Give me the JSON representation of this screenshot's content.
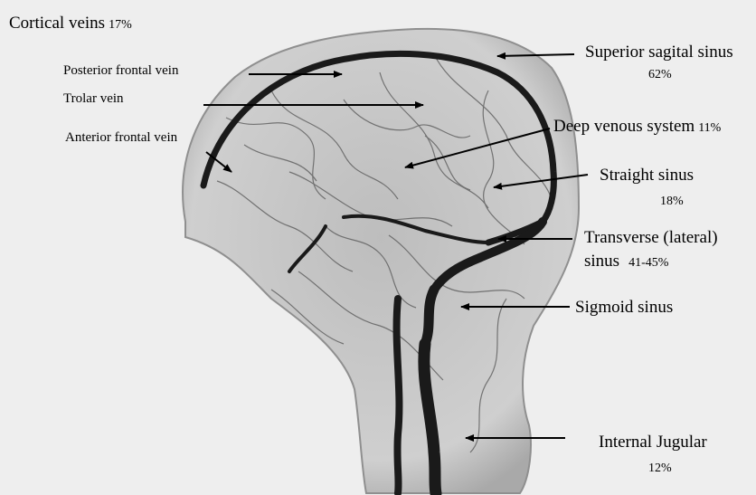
{
  "labels": {
    "cortical_veins": "Cortical veins",
    "cortical_veins_pct": "17%",
    "posterior_frontal_vein": "Posterior frontal vein",
    "trolar_vein": "Trolar vein",
    "anterior_frontal_vein": "Anterior frontal vein",
    "superior_sagital_sinus": "Superior sagital sinus",
    "superior_sagital_sinus_pct": "62%",
    "deep_venous_system": "Deep venous system",
    "deep_venous_system_pct": "11%",
    "straight_sinus": "Straight sinus",
    "straight_sinus_pct": "18%",
    "transverse_sinus_line1": "Transverse (lateral)",
    "transverse_sinus_line2": "sinus",
    "transverse_sinus_pct": "41-45%",
    "sigmoid_sinus": "Sigmoid sinus",
    "internal_jugular": "Internal Jugular",
    "internal_jugular_pct": "12%"
  },
  "image": {
    "subject": "lateral cerebral venogram of head and neck",
    "colors": {
      "background": "#eeeeee",
      "vessel": "#1a1a1a",
      "tissue": "#c8c8c8"
    }
  }
}
